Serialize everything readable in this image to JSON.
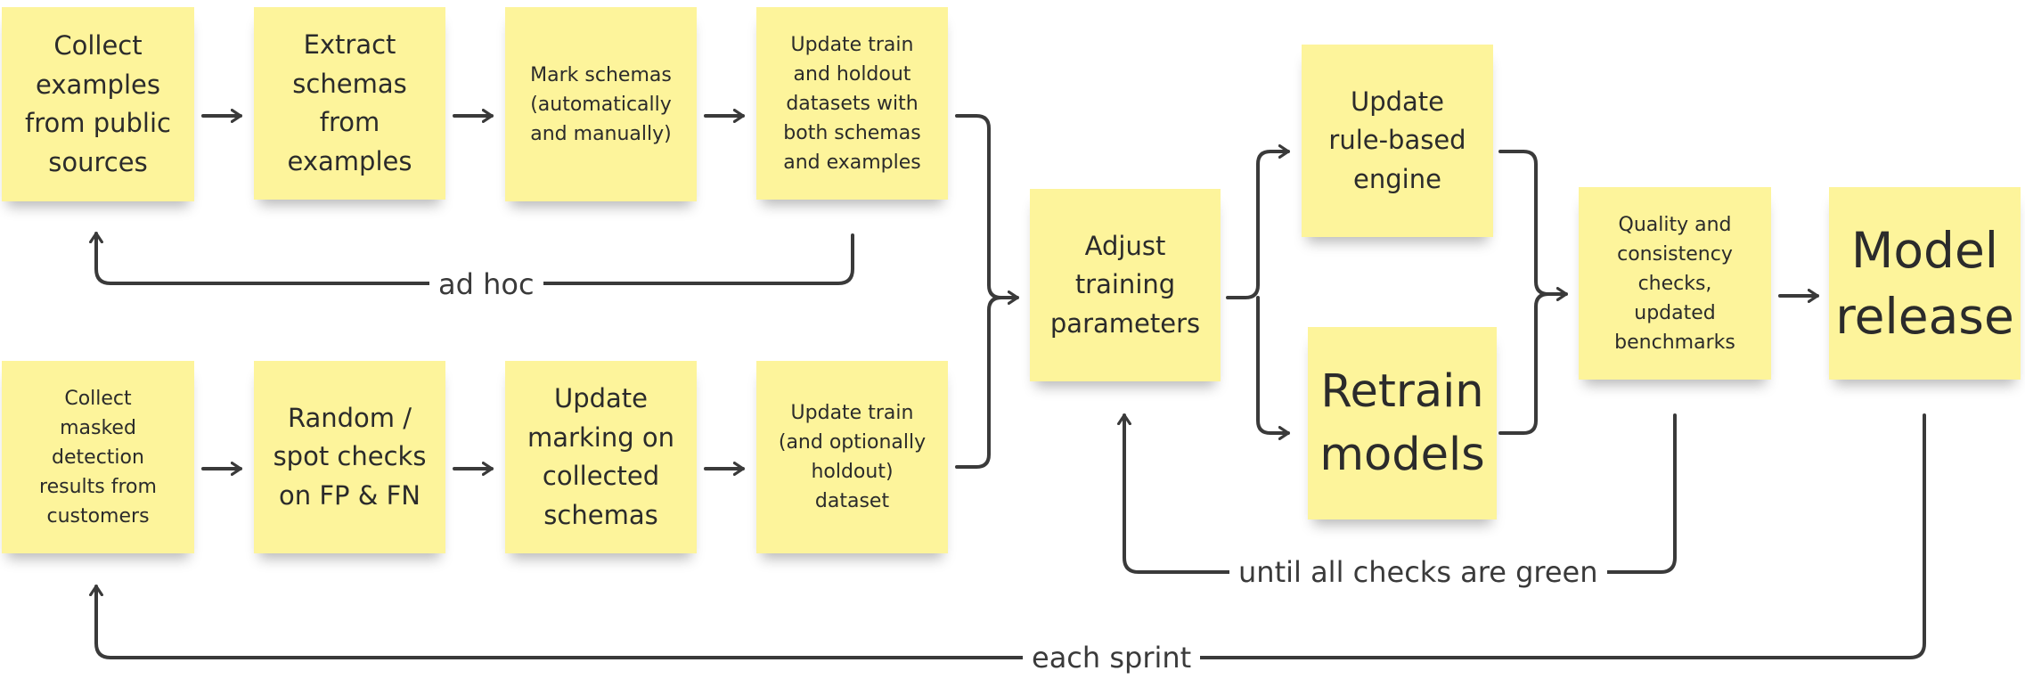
{
  "notes": {
    "collect_examples": "Collect\nexamples\nfrom public\nsources",
    "extract_schemas": "Extract\nschemas\nfrom\nexamples",
    "mark_schemas": "Mark schemas\n(automatically\nand manually)",
    "update_train_holdout": "Update train\nand holdout\ndatasets with\nboth schemas\nand examples",
    "collect_masked": "Collect\nmasked\ndetection\nresults from\ncustomers",
    "random_spot_checks": "Random /\nspot checks\non FP & FN",
    "update_marking": "Update\nmarking on\ncollected\nschemas",
    "update_train_optional": "Update train\n(and optionally\nholdout)\ndataset",
    "adjust_training": "Adjust\ntraining\nparameters",
    "update_rule_engine": "Update\nrule-based\nengine",
    "retrain_models": "Retrain\nmodels",
    "quality_checks": "Quality and\nconsistency\nchecks,\nupdated\nbenchmarks",
    "model_release": "Model\nrelease"
  },
  "loops": {
    "ad_hoc": "ad hoc",
    "until_green": "until all checks are green",
    "each_sprint": "each sprint"
  },
  "colors": {
    "note_fill": "#fdf49b",
    "connector": "#3a3a3a",
    "text": "#2b2b2b"
  }
}
